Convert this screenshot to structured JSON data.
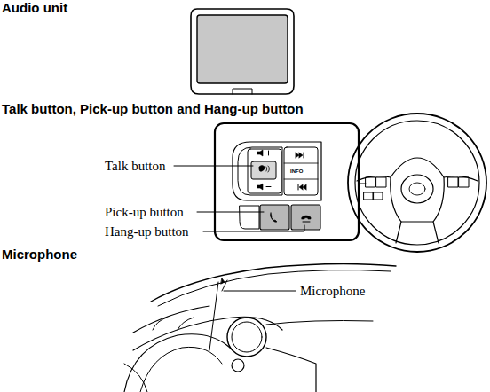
{
  "diagram": {
    "labels": [
      "Audio unit",
      "Talk button, Pick-up button and Hang-up button",
      "Talk button",
      "Pick-up button",
      "Hang-up button",
      "INFO",
      "Microphone",
      "Microphone"
    ]
  }
}
